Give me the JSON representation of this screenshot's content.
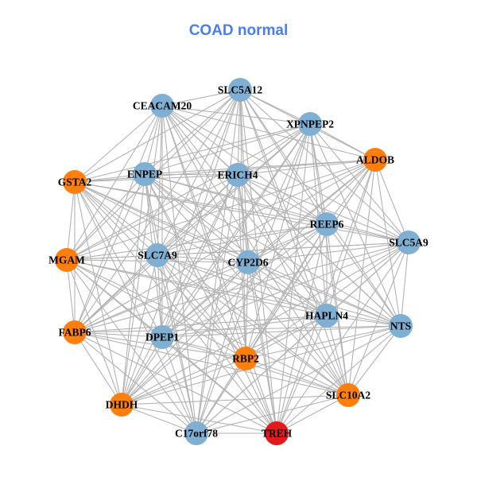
{
  "title": "COAD normal",
  "colors": {
    "title": "#4a7ef0",
    "edge": "#b3b3b3",
    "blue": "#7fb0d4",
    "orange": "#ff7f0e",
    "red": "#e31a1c"
  },
  "nodes": [
    {
      "id": "SLC5A12",
      "label": "SLC5A12",
      "color": "blue"
    },
    {
      "id": "CEACAM20",
      "label": "CEACAM20",
      "color": "blue"
    },
    {
      "id": "XPNPEP2",
      "label": "XPNPEP2",
      "color": "blue"
    },
    {
      "id": "ALDOB",
      "label": "ALDOB",
      "color": "orange"
    },
    {
      "id": "GSTA2",
      "label": "GSTA2",
      "color": "orange"
    },
    {
      "id": "ENPEP",
      "label": "ENPEP",
      "color": "blue"
    },
    {
      "id": "ERICH4",
      "label": "ERICH4",
      "color": "blue"
    },
    {
      "id": "REEP6",
      "label": "REEP6",
      "color": "blue"
    },
    {
      "id": "SLC5A9",
      "label": "SLC5A9",
      "color": "blue"
    },
    {
      "id": "MGAM",
      "label": "MGAM",
      "color": "orange"
    },
    {
      "id": "SLC7A9",
      "label": "SLC7A9",
      "color": "blue"
    },
    {
      "id": "CYP2D6",
      "label": "CYP2D6",
      "color": "blue"
    },
    {
      "id": "HAPLN4",
      "label": "HAPLN4",
      "color": "blue"
    },
    {
      "id": "NTS",
      "label": "NTS",
      "color": "blue"
    },
    {
      "id": "FABP6",
      "label": "FABP6",
      "color": "orange"
    },
    {
      "id": "DPEP1",
      "label": "DPEP1",
      "color": "blue"
    },
    {
      "id": "RBP2",
      "label": "RBP2",
      "color": "orange"
    },
    {
      "id": "SLC10A2",
      "label": "SLC10A2",
      "color": "orange"
    },
    {
      "id": "DHDH",
      "label": "DHDH",
      "color": "orange"
    },
    {
      "id": "C17orf78",
      "label": "C17orf78",
      "color": "blue"
    },
    {
      "id": "TREH",
      "label": "TREH",
      "color": "red"
    }
  ],
  "edges": "all-pairs"
}
